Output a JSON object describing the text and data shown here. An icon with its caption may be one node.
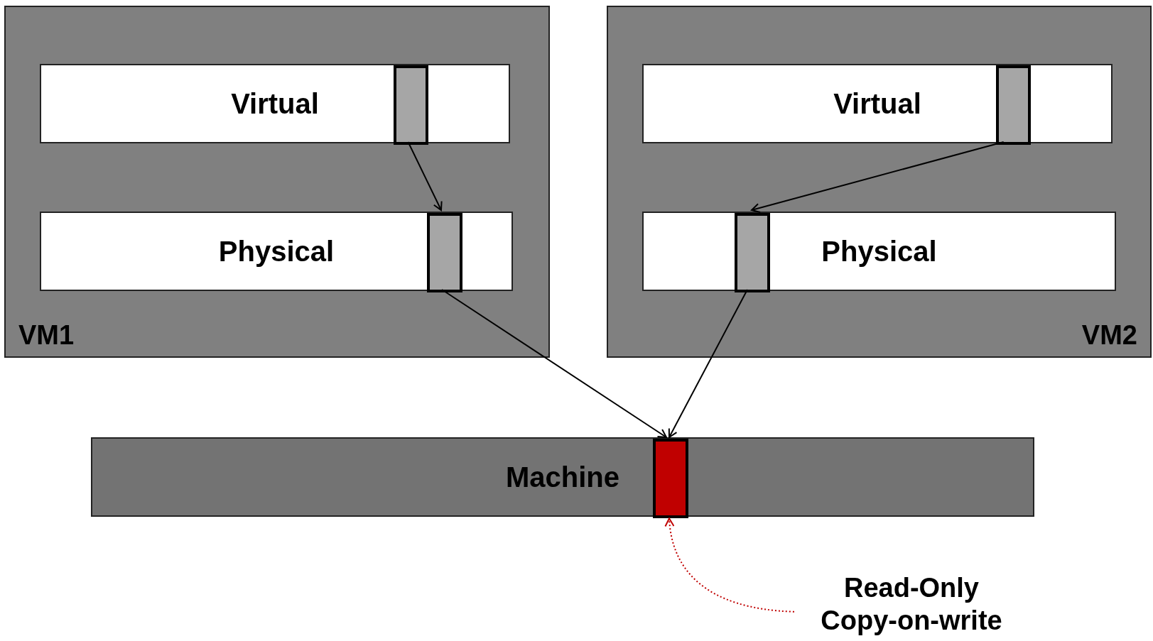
{
  "diagram": {
    "nodes": [
      {
        "text": [
          "VM1"
        ]
      },
      {
        "text": [
          "Virtual"
        ],
        "in": 0
      },
      {
        "text": [],
        "shape": "box",
        "in": 1
      },
      {
        "text": [
          "Physical"
        ],
        "in": 0
      },
      {
        "text": [],
        "shape": "box",
        "in": 3
      },
      {
        "text": [
          "VM2"
        ]
      },
      {
        "text": [
          "Virtual"
        ],
        "in": 5
      },
      {
        "text": [],
        "shape": "box",
        "in": 6
      },
      {
        "text": [
          "Physical"
        ],
        "in": 5
      },
      {
        "text": [],
        "shape": "box",
        "in": 8
      },
      {
        "text": [
          "Machine"
        ]
      },
      {
        "text": [],
        "shape": "box",
        "in": 10
      },
      {
        "text": [
          "Read-Only Copy-on-write"
        ]
      }
    ],
    "edges": [
      {
        "from": 2,
        "to": 4,
        "arrow": "to"
      },
      {
        "from": 7,
        "to": 9,
        "arrow": "to"
      },
      {
        "from": 4,
        "to": 11,
        "arrow": "to"
      },
      {
        "from": 9,
        "to": 11,
        "arrow": "to"
      },
      {
        "from": 12,
        "to": 11,
        "arrow": "to",
        "style": "dashed",
        "color": "#c00000"
      }
    ]
  }
}
